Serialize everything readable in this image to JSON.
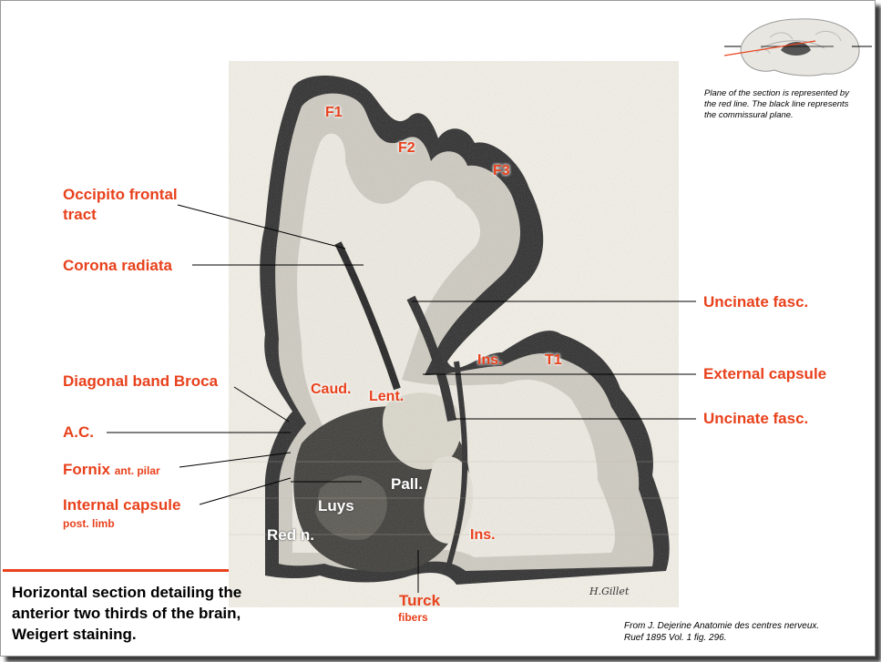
{
  "labels": {
    "occipito_frontal": [
      "Occipito frontal",
      "tract"
    ],
    "corona_radiata": "Corona radiata",
    "diagonal_band": "Diagonal band Broca",
    "ac": "A.C.",
    "fornix": "Fornix",
    "fornix_sub": "ant. pilar",
    "internal_capsule": "Internal capsule",
    "internal_capsule_sub": "post. limb",
    "uncinate_1": "Uncinate fasc.",
    "external_capsule": "External capsule",
    "uncinate_2": "Uncinate fasc.",
    "turck": "Turck",
    "turck_sub": "fibers",
    "f1": "F1",
    "f2": "F2",
    "f3": "F3",
    "ins_1": "Ins.",
    "t1": "T1",
    "caud": "Caud.",
    "lent": "Lent.",
    "pall": "Pall.",
    "luys": "Luys",
    "red_n": "Red n.",
    "ins_2": "Ins."
  },
  "caption": "Horizontal section detailing the anterior two thirds of the brain, Weigert staining.",
  "plane_note": [
    "Plane of the section is represented by",
    "the red line. The black line represents",
    "the commissural plane."
  ],
  "credit": [
    "From J. Dejerine Anatomie des centres nerveux.",
    "Ruef 1895 Vol. 1 fig. 296."
  ],
  "signature": "H.Gillet",
  "colors": {
    "label": "#e8411c",
    "section_plane": "#e8411c",
    "commissural_plane": "#000000"
  }
}
